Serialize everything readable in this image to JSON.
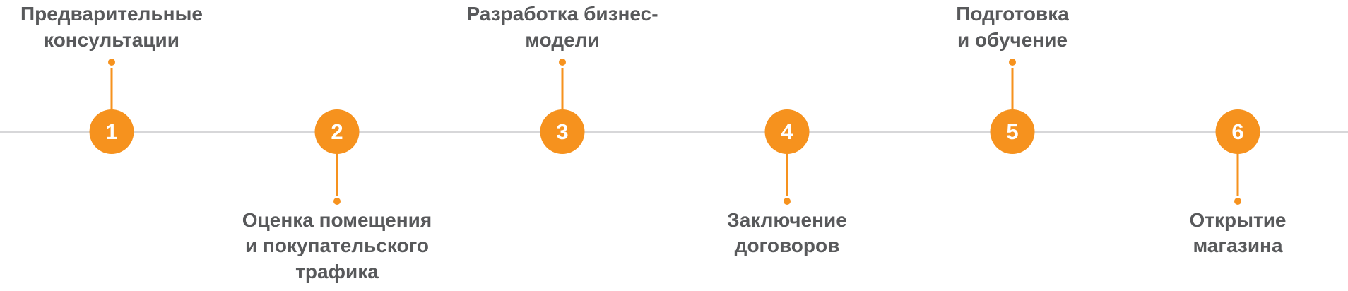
{
  "diagram": {
    "type": "process-timeline",
    "orientation": "horizontal",
    "colors": {
      "accent": "#f6921e",
      "line": "#d7d7d9",
      "text": "#58595b",
      "number_text": "#ffffff"
    },
    "steps": [
      {
        "number": "1",
        "label": "Предварительные\nконсультации",
        "label_position": "above"
      },
      {
        "number": "2",
        "label": "Оценка помещения\nи покупательского\nтрафика",
        "label_position": "below"
      },
      {
        "number": "3",
        "label": "Разработка бизнес-\nмодели",
        "label_position": "above"
      },
      {
        "number": "4",
        "label": "Заключение\nдоговоров",
        "label_position": "below"
      },
      {
        "number": "5",
        "label": "Подготовка\nи обучение",
        "label_position": "above"
      },
      {
        "number": "6",
        "label": "Открытие\nмагазина",
        "label_position": "below"
      }
    ]
  }
}
